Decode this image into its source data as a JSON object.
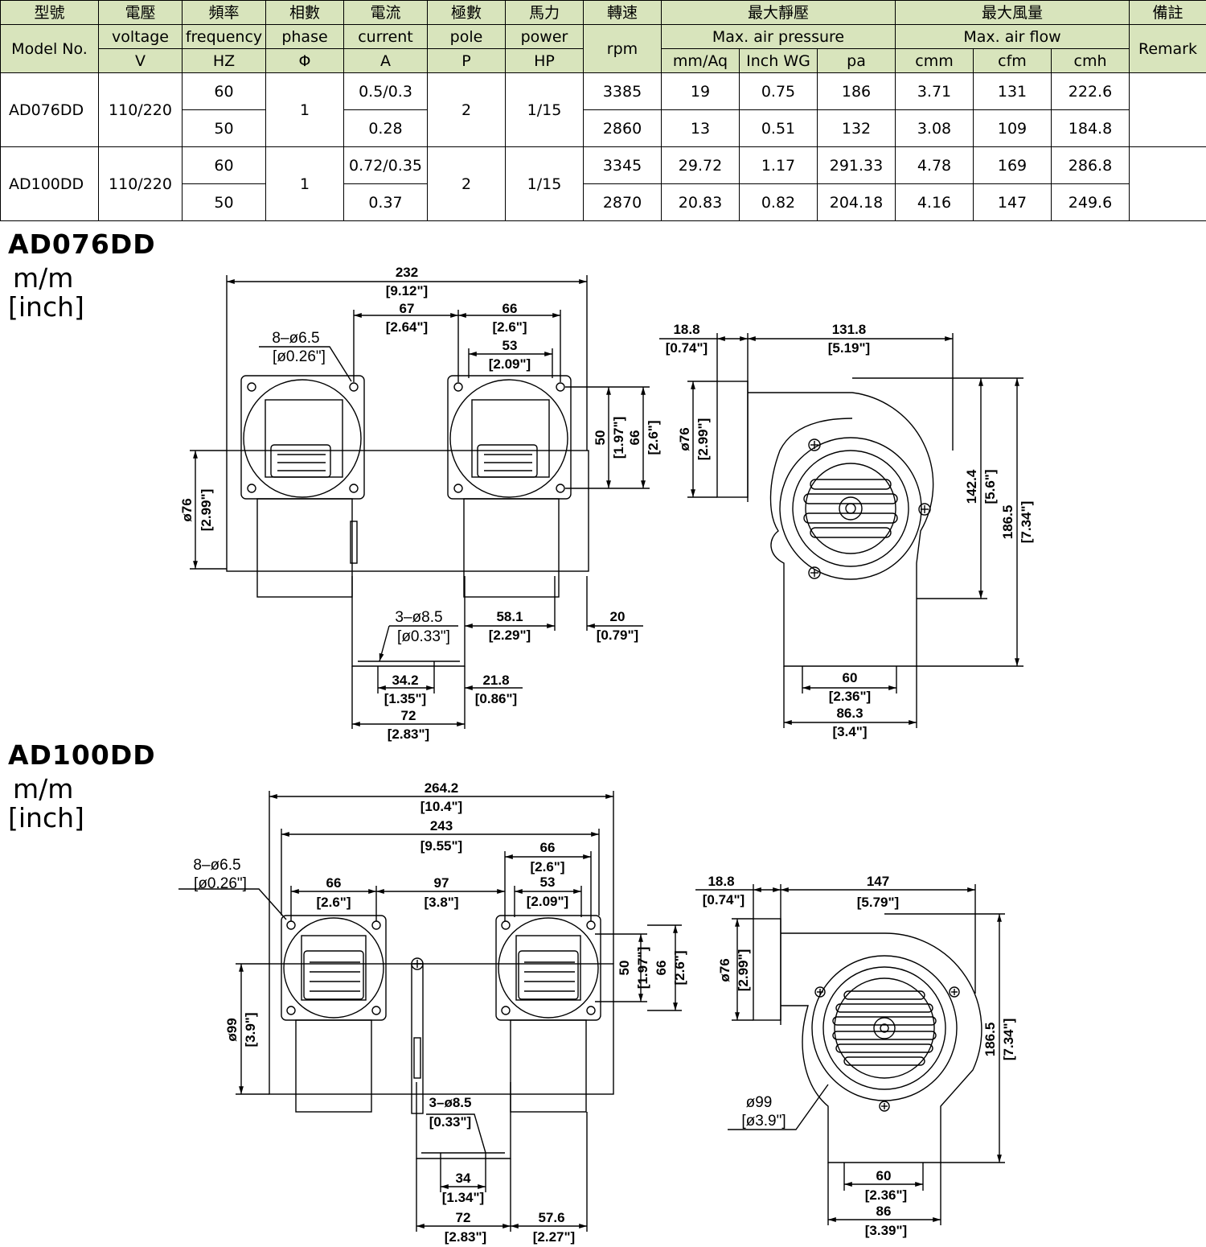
{
  "table": {
    "zh_headers": [
      "型號",
      "電壓",
      "頻率",
      "相數",
      "電流",
      "極數",
      "馬力",
      "轉速",
      "最大靜壓",
      "最大風量",
      "備註"
    ],
    "en_headers": {
      "model": "Model No.",
      "voltage": "voltage",
      "frequency": "frequency",
      "phase": "phase",
      "current": "current",
      "pole": "pole",
      "power": "power",
      "rpm": "rpm",
      "pressure": "Max. air pressure",
      "airflow": "Max. air flow",
      "remark": "Remark"
    },
    "units": {
      "voltage": "V",
      "frequency": "HZ",
      "phase": "Φ",
      "current": "A",
      "pole": "P",
      "power": "HP",
      "mmaq": "mm/Aq",
      "inchwg": "Inch WG",
      "pa": "pa",
      "cmm": "cmm",
      "cfm": "cfm",
      "cmh": "cmh"
    },
    "rows": [
      {
        "model": "AD076DD",
        "voltage": "110/220",
        "phase": "1",
        "pole": "2",
        "power": "1/15",
        "remark": "",
        "sub": [
          {
            "freq": "60",
            "current": "0.5/0.3",
            "rpm": "3385",
            "mmaq": "19",
            "inchwg": "0.75",
            "pa": "186",
            "cmm": "3.71",
            "cfm": "131",
            "cmh": "222.6"
          },
          {
            "freq": "50",
            "current": "0.28",
            "rpm": "2860",
            "mmaq": "13",
            "inchwg": "0.51",
            "pa": "132",
            "cmm": "3.08",
            "cfm": "109",
            "cmh": "184.8"
          }
        ]
      },
      {
        "model": "AD100DD",
        "voltage": "110/220",
        "phase": "1",
        "pole": "2",
        "power": "1/15",
        "remark": "",
        "sub": [
          {
            "freq": "60",
            "current": "0.72/0.35",
            "rpm": "3345",
            "mmaq": "29.72",
            "inchwg": "1.17",
            "pa": "291.33",
            "cmm": "4.78",
            "cfm": "169",
            "cmh": "286.8"
          },
          {
            "freq": "50",
            "current": "0.37",
            "rpm": "2870",
            "mmaq": "20.83",
            "inchwg": "0.82",
            "pa": "204.18",
            "cmm": "4.16",
            "cfm": "147",
            "cmh": "249.6"
          }
        ]
      }
    ]
  },
  "sections": [
    {
      "model": "AD076DD",
      "unit1": "m/m",
      "unit2": "[inch]"
    },
    {
      "model": "AD100DD",
      "unit1": "m/m",
      "unit2": "[inch]"
    }
  ],
  "drawing1": {
    "overall": "232",
    "overall_in": "[9.12\"]",
    "pitch": "67",
    "pitch_in": "[2.64\"]",
    "flange": "66",
    "flange_in": "[2.6\"]",
    "hole_sp": "53",
    "hole_sp_in": "[2.09\"]",
    "holes": "8–ø6.5",
    "holes_in": "[ø0.26\"]",
    "inlet": "ø76",
    "inlet_in": "[2.99\"]",
    "vert50": "50",
    "vert50_in": "[1.97\"]",
    "vert66": "66",
    "vert66_in": "[2.6\"]",
    "bholes": "3–ø8.5",
    "bholes_in": "[ø0.33\"]",
    "d581": "58.1",
    "d581_in": "[2.29\"]",
    "d20": "20",
    "d20_in": "[0.79\"]",
    "d342": "34.2",
    "d342_in": "[1.35\"]",
    "d218": "21.8",
    "d218_in": "[0.86\"]",
    "d72": "72",
    "d72_in": "[2.83\"]",
    "s188": "18.8",
    "s188_in": "[0.74\"]",
    "s1318": "131.8",
    "s1318_in": "[5.19\"]",
    "s76": "ø76",
    "s76_in": "[2.99\"]",
    "s1424": "142.4",
    "s1424_in": "[5.6\"]",
    "s1865": "186.5",
    "s1865_in": "[7.34\"]",
    "s60": "60",
    "s60_in": "[2.36\"]",
    "s863": "86.3",
    "s863_in": "[3.4\"]"
  },
  "drawing2": {
    "overall": "264.2",
    "overall_in": "[10.4\"]",
    "span": "243",
    "span_in": "[9.55\"]",
    "flange_r": "66",
    "flange_r_in": "[2.6\"]",
    "hole_sp": "53",
    "hole_sp_in": "[2.09\"]",
    "holes": "8–ø6.5",
    "holes_in": "[ø0.26\"]",
    "flange_l": "66",
    "flange_l_in": "[2.6\"]",
    "gap": "97",
    "gap_in": "[3.8\"]",
    "vert50": "50",
    "vert50_in": "[1.97\"]",
    "vert66": "66",
    "vert66_in": "[2.6\"]",
    "inlet": "ø99",
    "inlet_in": "[3.9\"]",
    "bholes": "3–ø8.5",
    "bholes_in": "[0.33\"]",
    "d34": "34",
    "d34_in": "[1.34\"]",
    "d72": "72",
    "d72_in": "[2.83\"]",
    "d576": "57.6",
    "d576_in": "[2.27\"]",
    "s188": "18.8",
    "s188_in": "[0.74\"]",
    "s147": "147",
    "s147_in": "[5.79\"]",
    "s76": "ø76",
    "s76_in": "[2.99\"]",
    "s1865": "186.5",
    "s1865_in": "[7.34\"]",
    "s99": "ø99",
    "s99_in": "[ø3.9\"]",
    "s60": "60",
    "s60_in": "[2.36\"]",
    "s86": "86",
    "s86_in": "[3.39\"]"
  }
}
